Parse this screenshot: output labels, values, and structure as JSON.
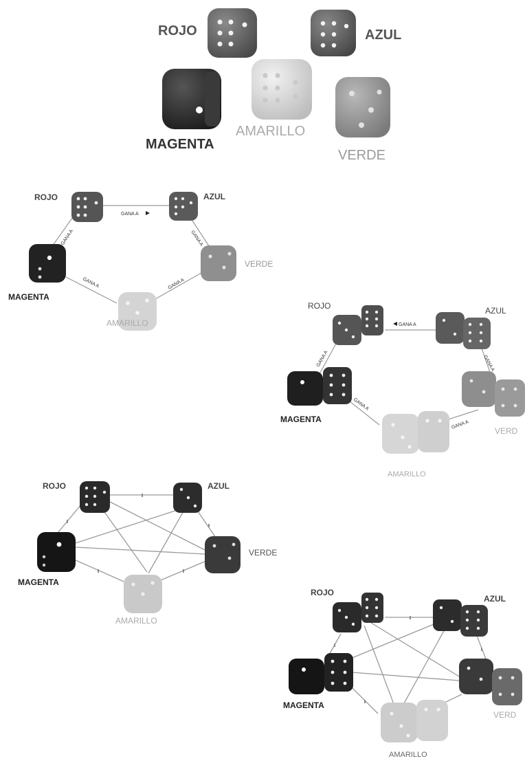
{
  "colors": {
    "rojo": "#5a5a5a",
    "azul": "#585858",
    "magenta": "#2a2a2a",
    "amarillo": "#d8d8d8",
    "verde": "#939393",
    "pip_light": "#f2f2f2",
    "pip_dark": "#ffffff",
    "arrow": "#9a9a9a",
    "label_dark": "#333333",
    "label_light": "#a0a0a0"
  },
  "edge_label": "GANA A",
  "panel1": {
    "labels": {
      "rojo": "ROJO",
      "azul": "AZUL",
      "magenta": "MAGENTA",
      "amarillo": "AMARILLO",
      "verde": "VERDE"
    }
  },
  "panel2": {
    "labels": {
      "rojo": "ROJO",
      "azul": "AZUL",
      "magenta": "MAGENTA",
      "amarillo": "AMARILLO",
      "verde": "VERDE"
    }
  },
  "panel3": {
    "labels": {
      "rojo": "ROJO",
      "azul": "AZUL",
      "magenta": "MAGENTA",
      "amarillo": "AMARILLO",
      "verde": "VERD"
    }
  },
  "panel4": {
    "labels": {
      "rojo": "ROJO",
      "azul": "AZUL",
      "magenta": "MAGENTA",
      "amarillo": "AMARILLO",
      "verde": "VERDE"
    }
  },
  "panel5": {
    "labels": {
      "rojo": "ROJO",
      "azul": "AZUL",
      "magenta": "MAGENTA",
      "amarillo": "AMARILLO",
      "verde": "VERD"
    }
  }
}
